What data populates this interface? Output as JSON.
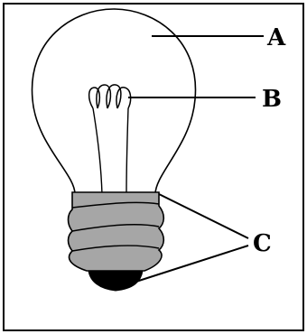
{
  "diagram": {
    "labels": {
      "a": "A",
      "b": "B",
      "c": "C"
    },
    "parts": {
      "glass_bulb": "glass-bulb",
      "filament": "filament",
      "screw_base": "screw-base",
      "contact_tip": "contact-tip"
    },
    "colors": {
      "outline": "#000000",
      "base_fill": "#a6a6a6",
      "tip_fill": "#000000",
      "background": "#ffffff"
    }
  }
}
